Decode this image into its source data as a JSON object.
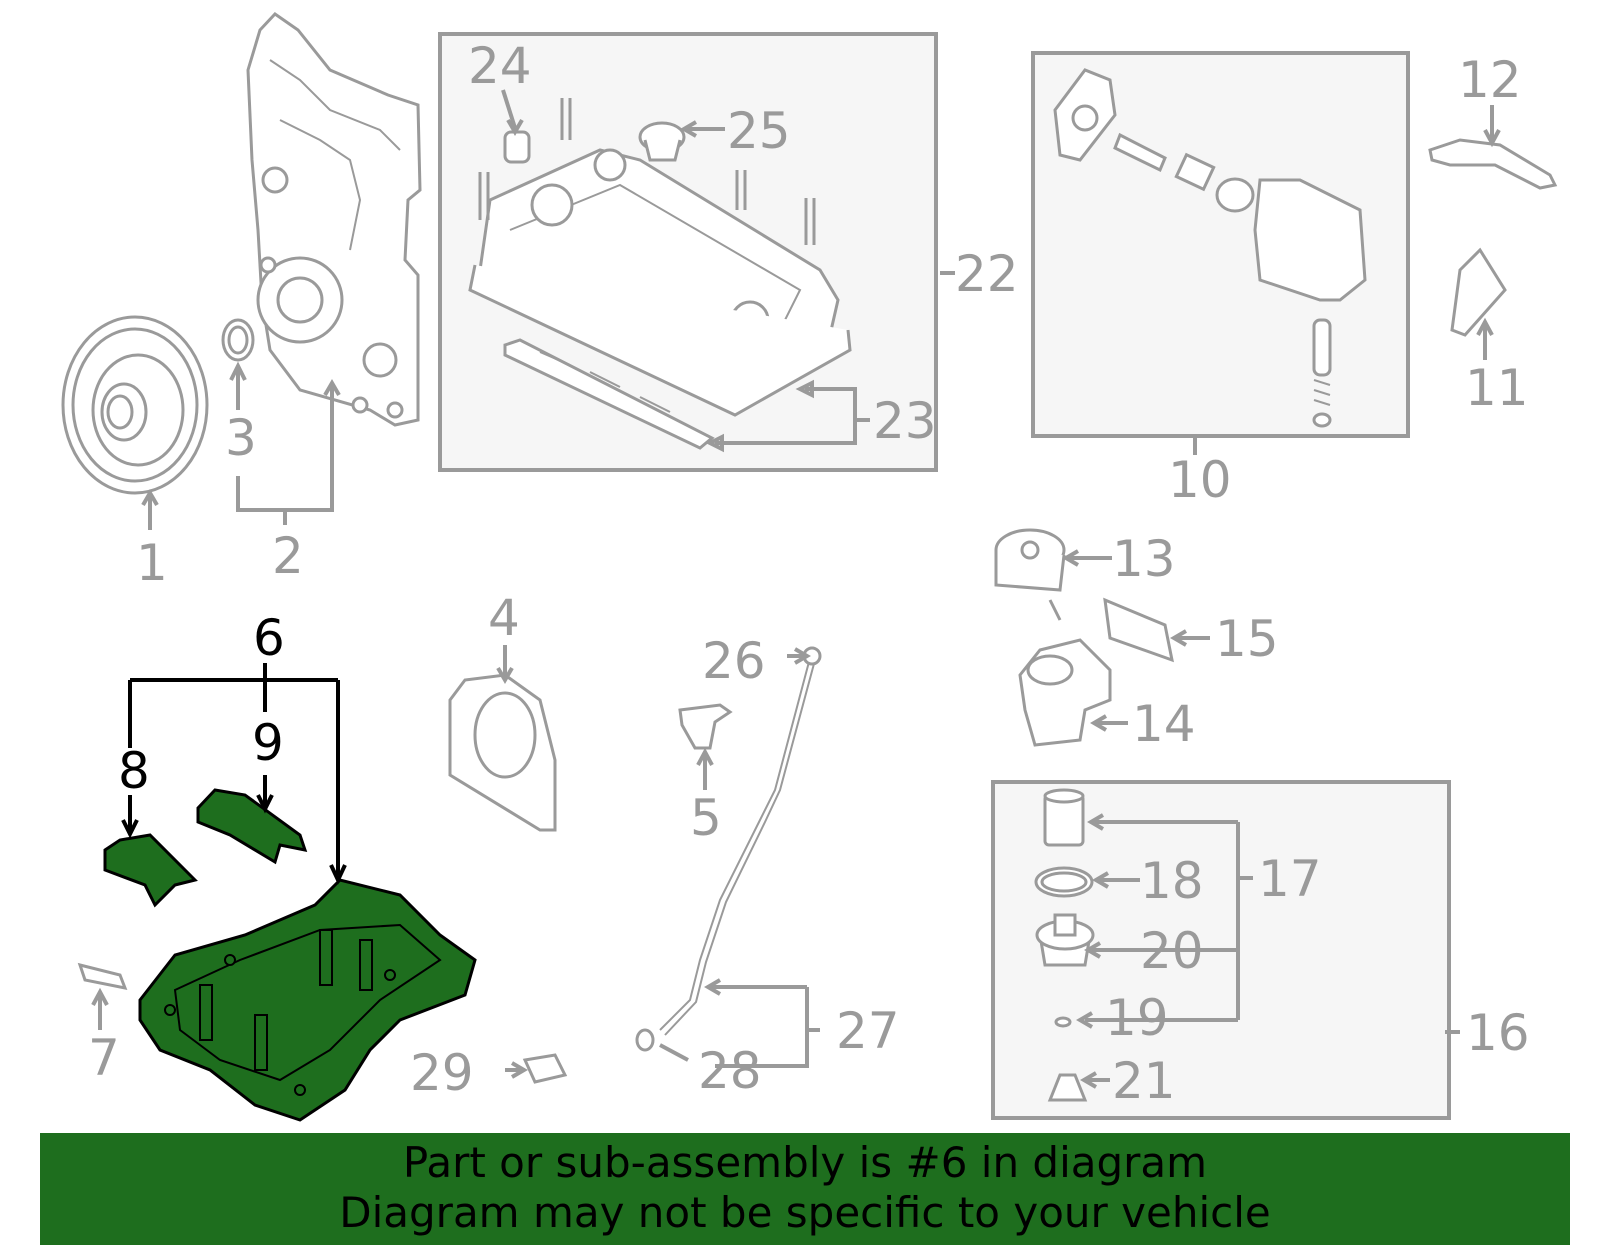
{
  "diagram": {
    "highlight_color": "#1e6e1e",
    "highlighted_part": "6",
    "callouts": [
      "1",
      "2",
      "3",
      "4",
      "5",
      "6",
      "7",
      "8",
      "9",
      "10",
      "11",
      "12",
      "13",
      "14",
      "15",
      "16",
      "17",
      "18",
      "19",
      "20",
      "21",
      "22",
      "23",
      "24",
      "25",
      "26",
      "27",
      "28",
      "29"
    ]
  },
  "banner": {
    "line1": "Part or sub-assembly is #6 in diagram",
    "line2": "Diagram may not be specific to your vehicle"
  }
}
